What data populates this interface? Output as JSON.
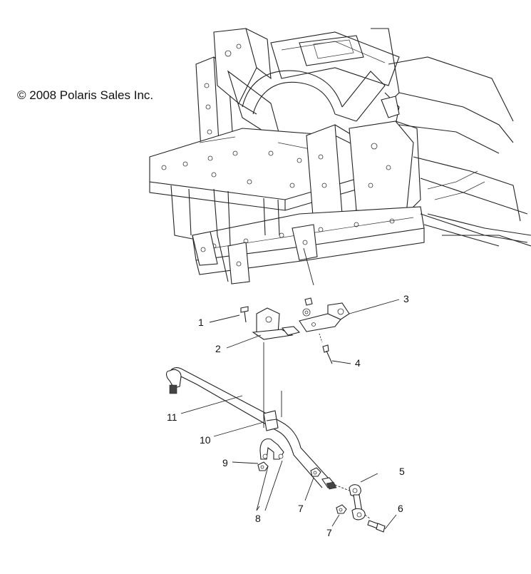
{
  "copyright": "© 2008 Polaris Sales Inc.",
  "callouts": [
    "1",
    "2",
    "3",
    "4",
    "5",
    "6",
    "7",
    "7",
    "8",
    "9",
    "10",
    "11"
  ]
}
